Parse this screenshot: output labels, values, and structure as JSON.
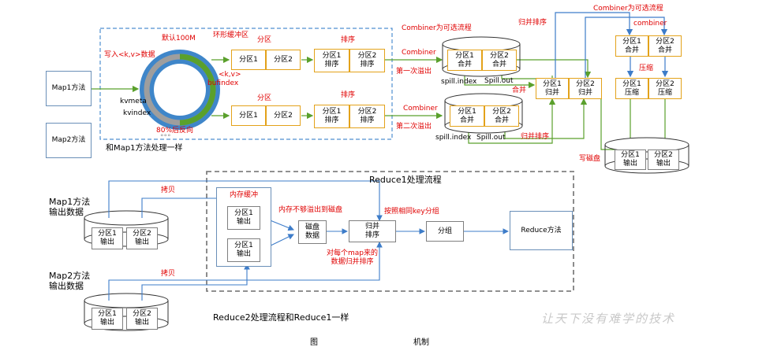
{
  "map1": {
    "label": "Map1方法"
  },
  "map2": {
    "label": "Map2方法"
  },
  "map2_same": "和Map1方法处理一样",
  "buffer": {
    "write_kv": "写入<k,v>数据",
    "default_size": "默认100M",
    "ring_buffer": "环形缓冲区",
    "kv": "<k,v>",
    "bufindex": "bufindex",
    "kvmeta": "kvmeta",
    "kvindex": "kvindex",
    "reverse": "80%后反向"
  },
  "partition_label": "分区",
  "sort_label": "排序",
  "part1": "分区1",
  "part2": "分区2",
  "part1_sort": "分区1\n排序",
  "part2_sort": "分区2\n排序",
  "combiner": "Combiner",
  "combiner_optional": "Combiner为可选流程",
  "first_spill": "第一次溢出",
  "second_spill": "第二次溢出",
  "spill_index": "spill.index",
  "spill_out": "Spill.out",
  "p1_merge": "分区1\n合并",
  "p2_merge": "分区2\n合并",
  "merge_sort": "归并排序",
  "merge": "合并",
  "p1_gb": "分区1\n归并",
  "p2_gb": "分区2\n归并",
  "combiner_small": "combiner",
  "compress": "压缩",
  "p1_compress": "分区1\n压缩",
  "p2_compress": "分区2\n压缩",
  "write_disk": "写磁盘",
  "p1_out": "分区1\n输出",
  "p2_out": "分区2\n输出",
  "reduce": {
    "title": "Reduce1处理流程",
    "map1_output": "Map1方法\n输出数据",
    "map2_output": "Map2方法\n输出数据",
    "copy": "拷贝",
    "mem_buffer": "内存缓冲",
    "overflow": "内存不够溢出到磁盘",
    "disk_data": "磁盘\n数据",
    "merge_sort": "归并\n排序",
    "group_by_key": "按照相同key分组",
    "group": "分组",
    "reduce_method": "Reduce方法",
    "per_map": "对每个map来的\n数据归并排序",
    "reduce2_same": "Reduce2处理流程和Reduce1一样"
  },
  "watermark": "让天下没有难学的技术",
  "caption_left": "图",
  "caption_right": "机制"
}
